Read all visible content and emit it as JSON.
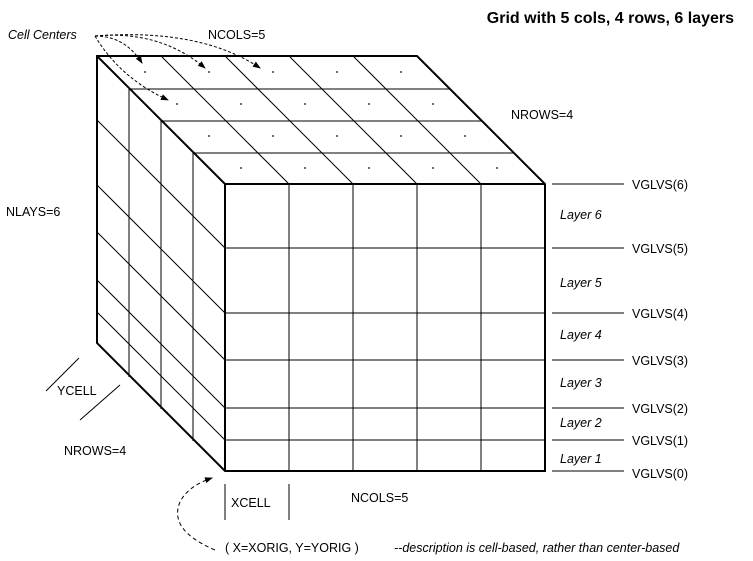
{
  "title": "Grid with 5 cols, 4 rows, 6 layers",
  "labels": {
    "cell_centers": "Cell Centers",
    "ncols_top": "NCOLS=5",
    "nrows_right": "NROWS=4",
    "nlays": "NLAYS=6",
    "ycell": "YCELL",
    "nrows_bottom": "NROWS=4",
    "xcell": "XCELL",
    "ncols_bottom": "NCOLS=5",
    "origin": "( X=XORIG, Y=YORIG )",
    "note": "--description is cell-based, rather than center-based"
  },
  "vglvs": [
    "VGLVS(6)",
    "VGLVS(5)",
    "VGLVS(4)",
    "VGLVS(3)",
    "VGLVS(2)",
    "VGLVS(1)",
    "VGLVS(0)"
  ],
  "layers": [
    "Layer 6",
    "Layer 5",
    "Layer 4",
    "Layer 3",
    "Layer 2",
    "Layer 1"
  ],
  "colors": {
    "line": "#000000",
    "background": "#ffffff"
  }
}
